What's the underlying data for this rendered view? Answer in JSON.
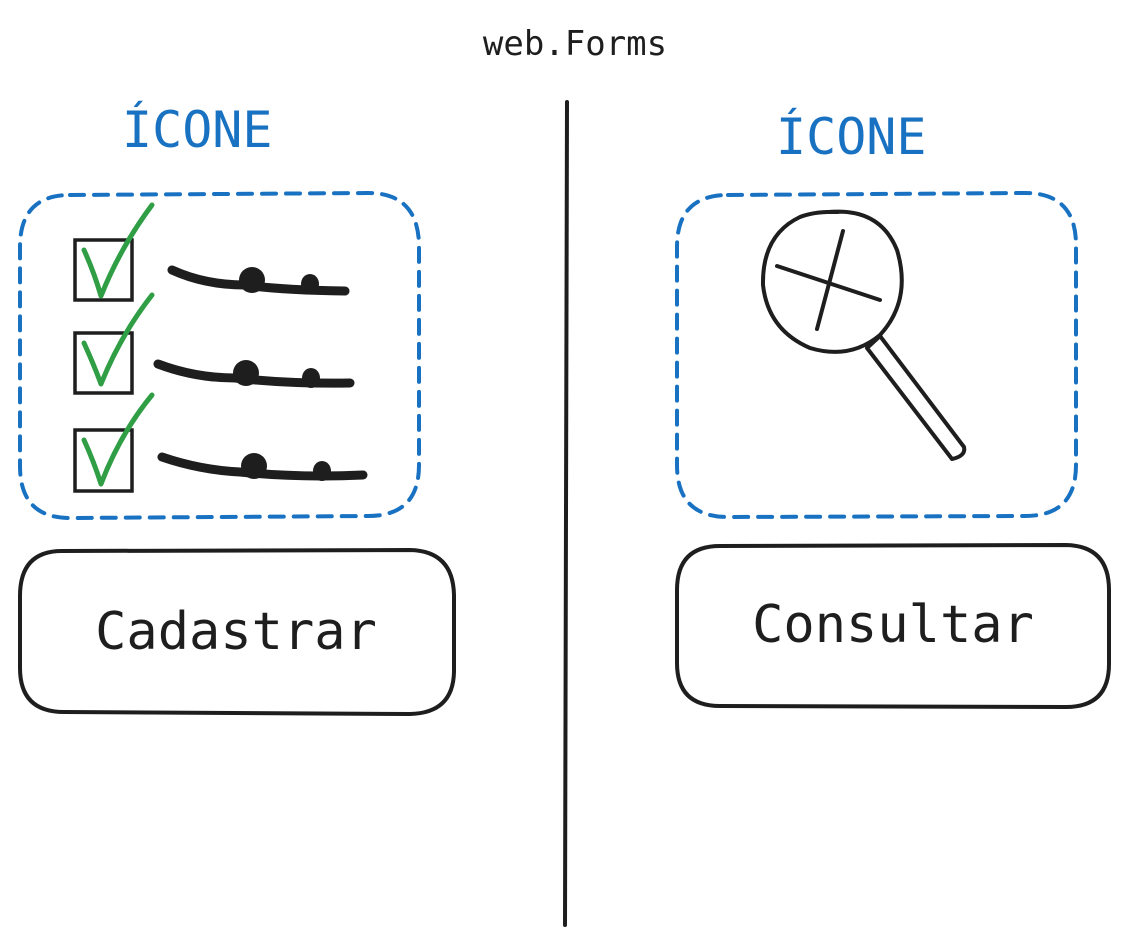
{
  "title": "web.Forms",
  "left_panel": {
    "icon_label": "ÍCONE",
    "icon_name": "checklist-icon",
    "button_label": "Cadastrar"
  },
  "right_panel": {
    "icon_label": "ÍCONE",
    "icon_name": "search-icon",
    "button_label": "Consultar"
  },
  "colors": {
    "stroke": "#1e1e1e",
    "accent_blue": "#1971c2",
    "check_green": "#2f9e44"
  }
}
